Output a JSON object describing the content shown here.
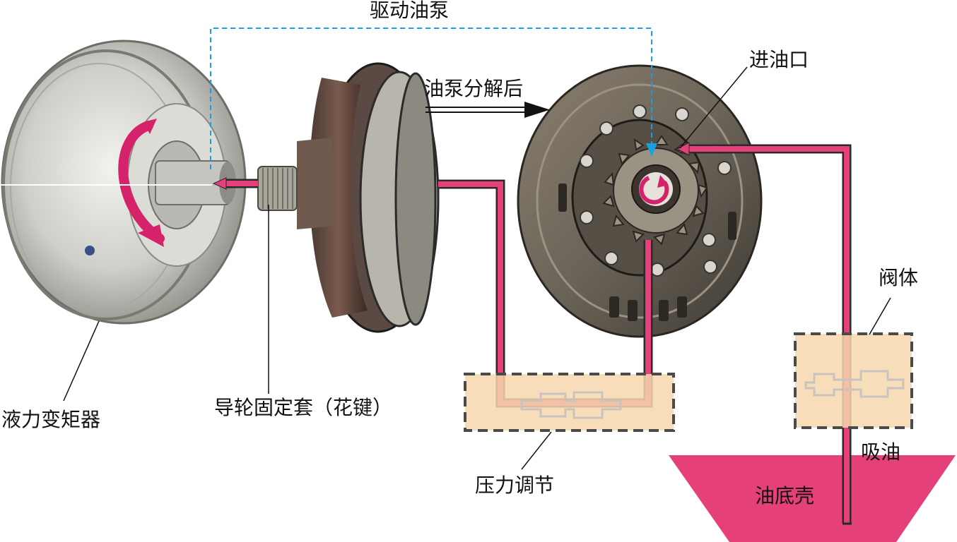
{
  "labels": {
    "drive_pump": "驱动油泵",
    "pump_disassembled": "油泵分解后",
    "oil_inlet": "进油口",
    "torque_converter": "液力变矩器",
    "stator_sleeve": "导轮固定套（花键）",
    "pressure_regulation": "压力调节",
    "valve_body": "阀体",
    "oil_suction": "吸油",
    "oil_pan": "油底壳"
  },
  "colors": {
    "oil_path": "#e5407a",
    "oil_path_dark": "#2a2a2a",
    "drive_line": "#1a9fe0",
    "valve_box_fill": "#f7d7ae",
    "valve_box_border": "#4a4a4a",
    "oil_pan": "#e5407a",
    "metal_light": "#d6d6d2",
    "metal_dark": "#5a5850"
  }
}
